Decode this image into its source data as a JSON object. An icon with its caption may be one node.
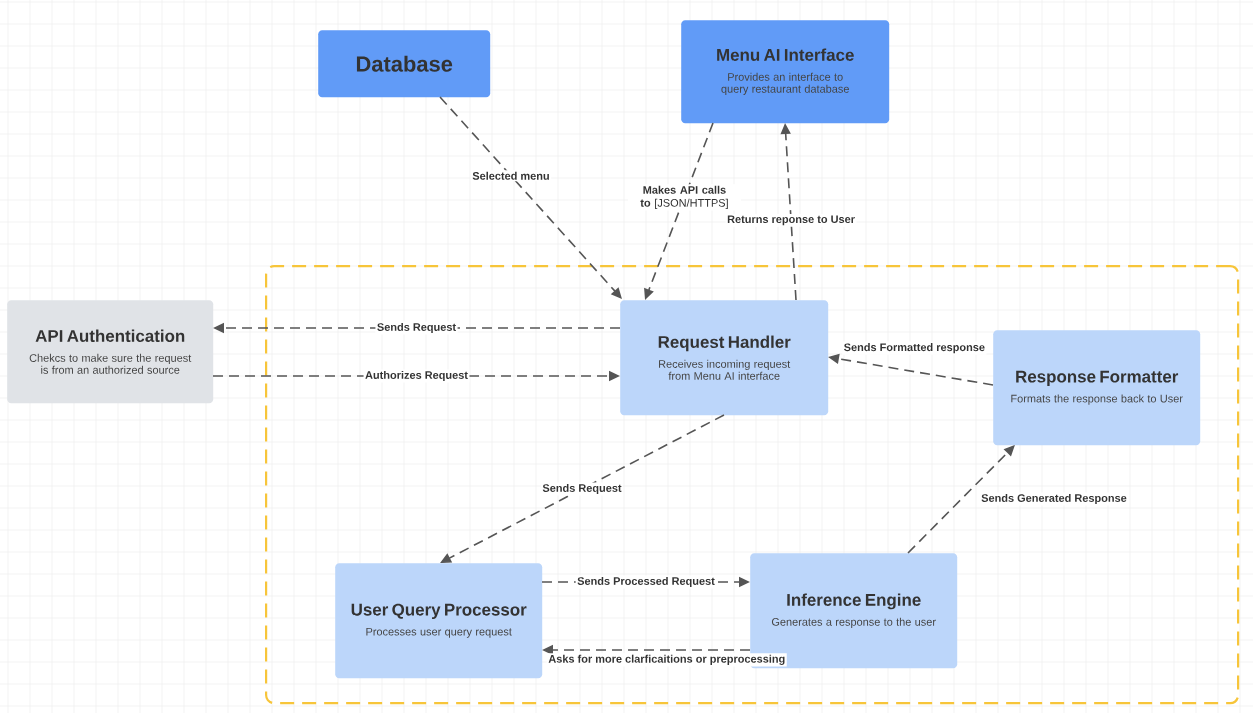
{
  "diagram": {
    "nodes": [
      {
        "text": [
          "Database"
        ]
      },
      {
        "text": [
          "Menu AI Interface",
          "Provides an interface to query restaurant database"
        ]
      },
      {
        "text": [],
        "shape": "box"
      },
      {
        "text": [
          "API Authentication",
          "Chekcs to make sure the request is from an authorized source"
        ]
      },
      {
        "text": [
          "Request Handler",
          "Receives incoming request from Menu AI interface"
        ],
        "in": 2
      },
      {
        "text": [
          "Response Formatter",
          "Formats the response back to User"
        ],
        "in": 2
      },
      {
        "text": [
          "User Query Processor",
          "Processes user query request"
        ],
        "in": 2
      },
      {
        "text": [
          "Inference Engine",
          "Generates a response to the user"
        ],
        "in": 2
      }
    ],
    "edges": [
      {
        "from": 0,
        "to": 4,
        "arrow": "to",
        "label": "Selected menu"
      },
      {
        "from": 1,
        "to": 4,
        "arrow": "to",
        "label": "**Makes API calls to** [JSON/HTTPS]"
      },
      {
        "from": 4,
        "to": 1,
        "arrow": "to",
        "label": "Returns reponse to User"
      },
      {
        "from": 4,
        "to": 3,
        "arrow": "to",
        "label": "Sends Request"
      },
      {
        "from": 3,
        "to": 4,
        "arrow": "to",
        "label": "Authorizes Request"
      },
      {
        "from": 5,
        "to": 4,
        "arrow": "to",
        "label": "Sends Formatted response"
      },
      {
        "from": 4,
        "to": 6,
        "arrow": "to",
        "label": "Sends Request"
      },
      {
        "from": 6,
        "to": 7,
        "arrow": "to",
        "label": "Sends Processed Request"
      },
      {
        "from": 7,
        "to": 6,
        "arrow": "to",
        "label": "Asks for more clarficaitions or preprocessing"
      },
      {
        "from": 7,
        "to": 5,
        "arrow": "to",
        "label": "Sends Generated Response"
      }
    ]
  }
}
